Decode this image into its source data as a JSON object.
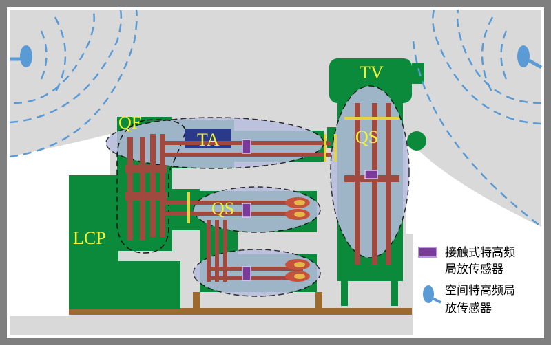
{
  "labels": {
    "tv": "TV",
    "qs_right": "QS",
    "qf": "QF",
    "ta": "TA",
    "qs_mid": "QS",
    "lcp": "LCP"
  },
  "legend": {
    "contact_line1": "接触式特高频",
    "contact_line2": "局放传感器",
    "space_line1": "空间特高频局",
    "space_line2": "放传感器"
  },
  "colors": {
    "frame": "#7f7f7f",
    "background": "#d9d9d9",
    "equipment": "#0a8a3a",
    "conductor": "#a0493f",
    "zone": "#b8bde0",
    "label": "#f2f23a",
    "contact_sensor": "#7a3a9a",
    "space_sensor": "#5b9bd5",
    "base": "#9c6a2e"
  }
}
